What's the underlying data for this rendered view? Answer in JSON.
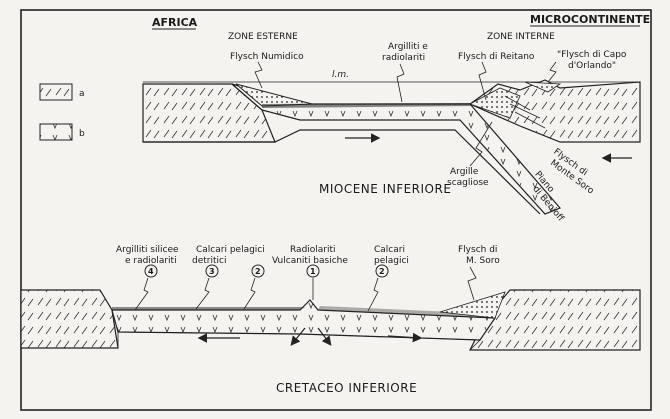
{
  "header": {
    "left_title": "AFRICA",
    "right_title": "MICROCONTINENTE"
  },
  "legend": [
    {
      "key": "a",
      "pattern": "crust-slashes"
    },
    {
      "key": "b",
      "pattern": "v-marks"
    }
  ],
  "miocene": {
    "zone_left": "ZONE ESTERNE",
    "zone_right": "ZONE INTERNE",
    "labels": {
      "flysch_numidico": "Flysch Numidico",
      "argilliti_radiolariti": [
        "Argilliti e",
        "radiolariti"
      ],
      "flysch_reitano": "Flysch di Reitano",
      "flysch_capo": [
        "\"Flysch di Capo",
        "d'Orlando\""
      ],
      "lm": "l.m.",
      "argille": [
        "Argille",
        "scagliose"
      ],
      "flysch_monte_soro": [
        "Flysch di",
        "Monte Soro"
      ],
      "piano_benioff": [
        "Piano",
        "di Benioff"
      ]
    },
    "caption": "MIOCENE  INFERIORE"
  },
  "cretaceous": {
    "labels": {
      "argilliti_silicee": [
        "Argilliti silicee",
        "e radiolariti"
      ],
      "calcari_detritici": [
        "Calcari pelagici",
        "detritici"
      ],
      "radiolariti_vulcaniti": [
        "Radiolariti",
        "Vulcaniti basiche"
      ],
      "calcari_pelagici": [
        "Calcari",
        "pelagici"
      ],
      "flysch_m_soro": [
        "Flysch di",
        "M. Soro"
      ]
    },
    "numbers": [
      "4",
      "3",
      "2",
      "1",
      "2"
    ],
    "caption": "CRETACEO  INFERIORE"
  },
  "icons": {
    "arrow": "arrow-icon",
    "squiggle": "lightning-leader-icon"
  }
}
